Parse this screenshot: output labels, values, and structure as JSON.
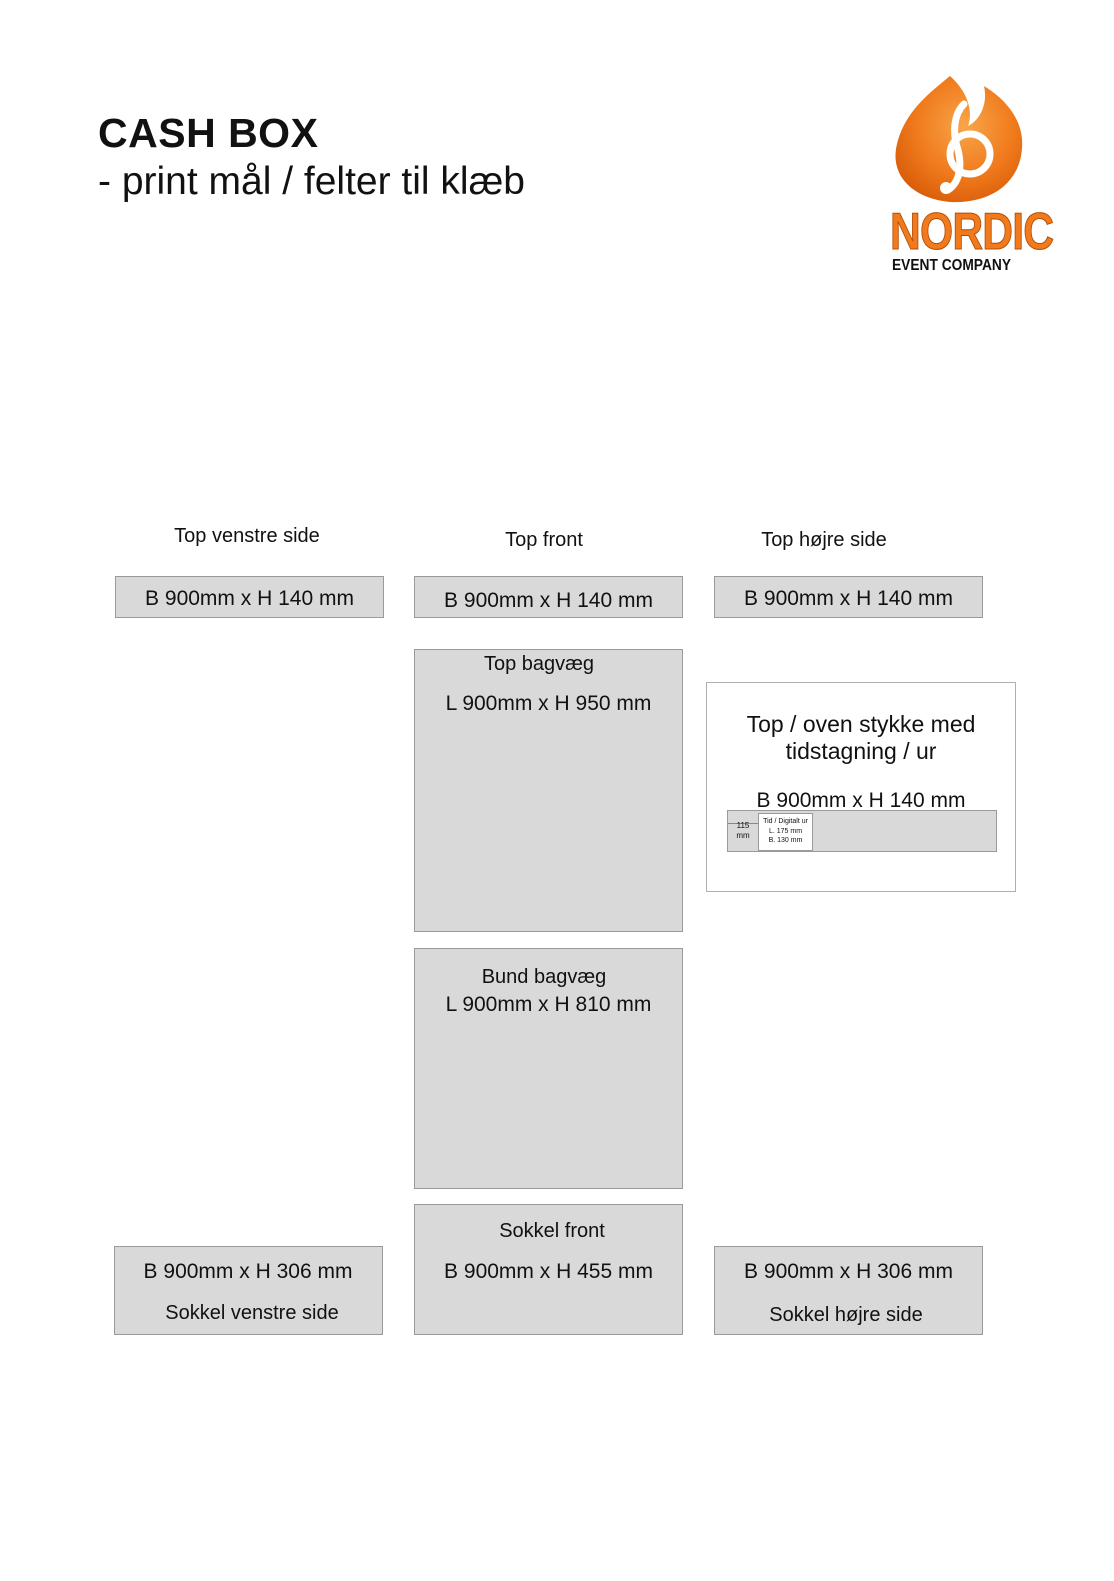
{
  "header": {
    "title": "CASH BOX",
    "subtitle": "- print mål / felter til klæb"
  },
  "logo": {
    "name": "NORDIC",
    "sub": "EVENT COMPANY",
    "colors": {
      "primary": "#f07a1c",
      "dark": "#b34d07"
    }
  },
  "labels": {
    "top_venstre": "Top venstre side",
    "top_front": "Top front",
    "top_hojre": "Top højre side"
  },
  "boxes": {
    "top_venstre_dim": "B 900mm x H 140 mm",
    "top_front_dim": "B 900mm x H 140 mm",
    "top_hojre_dim": "B 900mm x H 140 mm",
    "top_bagvaeg_name": "Top bagvæg",
    "top_bagvaeg_dim": "L 900mm x H 950 mm",
    "bund_bagvaeg_name": "Bund bagvæg",
    "bund_bagvaeg_dim": "L 900mm x H 810 mm",
    "sokkel_front_name": "Sokkel front",
    "sokkel_front_dim": "B 900mm x H 455 mm",
    "sokkel_venstre_dim": "B 900mm x H 306 mm",
    "sokkel_venstre_name": "Sokkel venstre side",
    "sokkel_hojre_dim": "B 900mm x H 306 mm",
    "sokkel_hojre_name": "Sokkel højre side"
  },
  "panel": {
    "title_line1": "Top / oven stykke med",
    "title_line2": "tidstagning / ur",
    "dim": "B 900mm x H 140 mm",
    "mini": {
      "left_top": "115",
      "left_bottom": "mm",
      "inner_line1": "Tid / Digitalt ur",
      "inner_line2": "L. 175 mm",
      "inner_line3": "B. 130 mm"
    }
  }
}
